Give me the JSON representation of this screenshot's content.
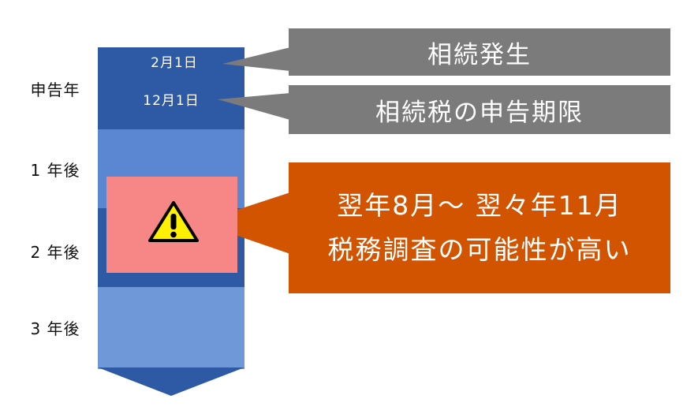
{
  "timeline": {
    "year_labels": [
      "申告年",
      "1 年後",
      "2 年後",
      "3 年後"
    ],
    "date_labels": [
      "2月1日",
      "12月1日"
    ]
  },
  "callouts": {
    "inheritance_occurs": "相続発生",
    "filing_deadline": "相続税の申告期限",
    "audit_line1": "翌年8月～ 翌々年11月",
    "audit_line2": "税務調査の可能性が高い"
  },
  "icons": {
    "warning": "warning-icon"
  },
  "colors": {
    "dark_band": "#2e5aa5",
    "light_band": "#6d97d9",
    "gray_callout": "#7b7b7b",
    "orange_callout": "#d35400",
    "warning_box": "#f78787",
    "warning_yellow": "#ffef00"
  }
}
